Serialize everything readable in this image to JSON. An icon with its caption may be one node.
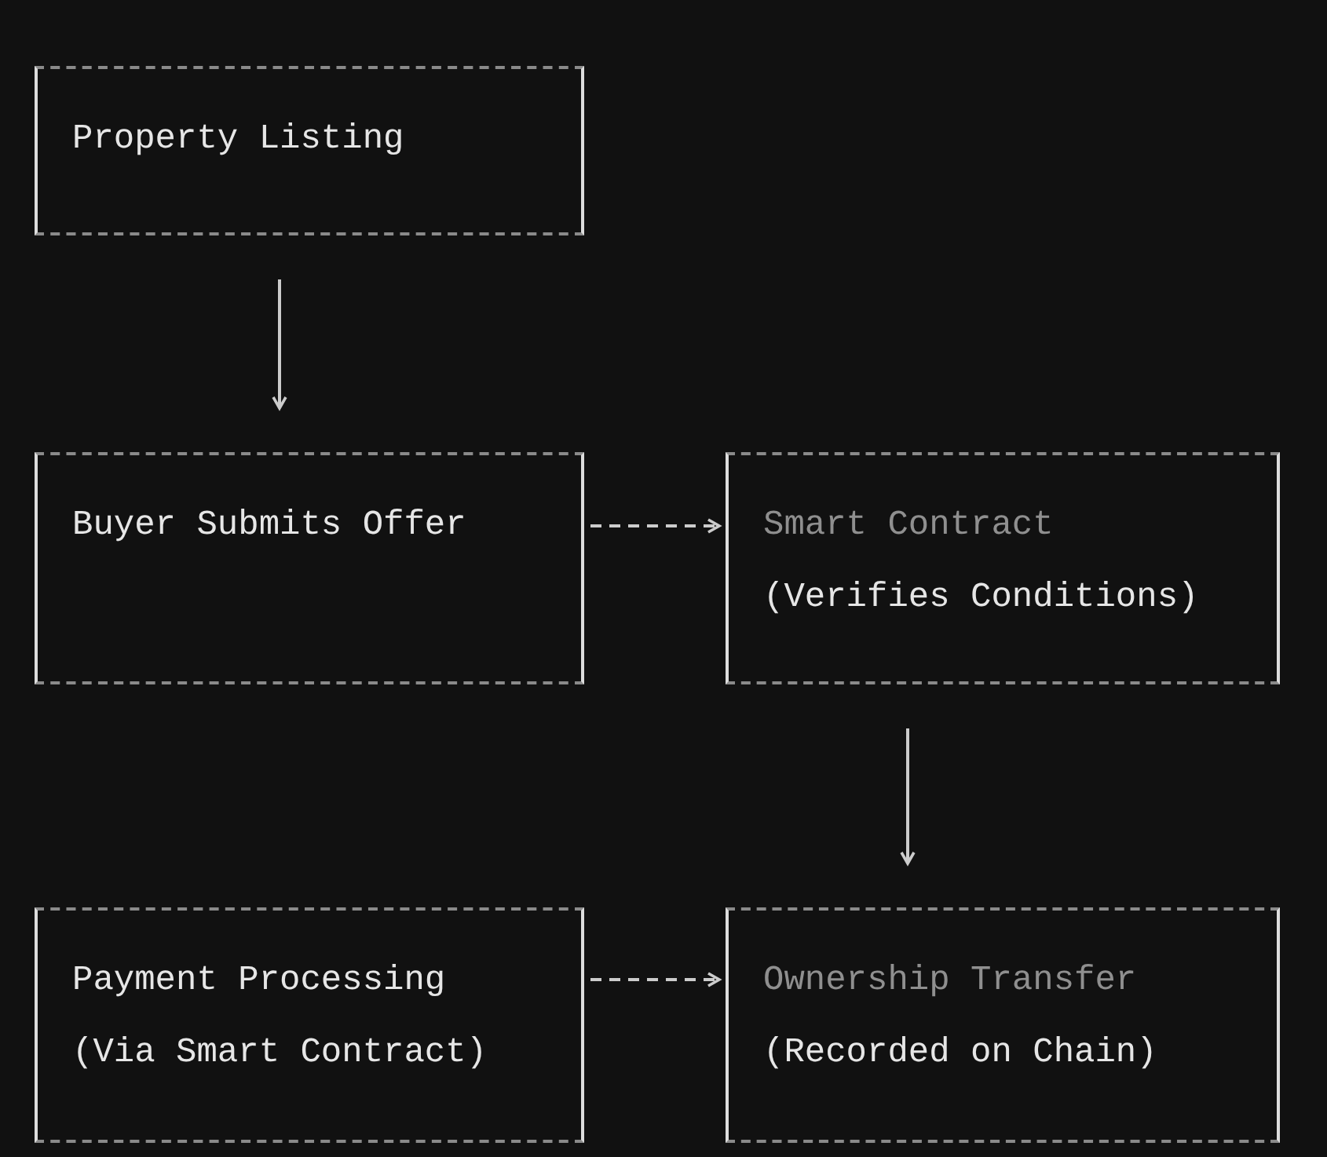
{
  "diagram": {
    "nodes": [
      {
        "text": [
          "Property Listing"
        ]
      },
      {
        "text": [
          "Buyer Submits Offer"
        ]
      },
      {
        "text": [
          "Smart Contract",
          "(Verifies Conditions)"
        ]
      },
      {
        "text": [
          "Payment Processing",
          "(Via Smart Contract)"
        ]
      },
      {
        "text": [
          "Ownership Transfer",
          "(Recorded on Chain)"
        ]
      }
    ],
    "edges": [
      {
        "from": 0,
        "to": 1,
        "arrow": "to"
      },
      {
        "from": 1,
        "to": 2,
        "arrow": "to",
        "style": "dashed"
      },
      {
        "from": 2,
        "to": 4,
        "arrow": "to"
      },
      {
        "from": 3,
        "to": 4,
        "arrow": "to",
        "style": "dashed"
      }
    ]
  }
}
